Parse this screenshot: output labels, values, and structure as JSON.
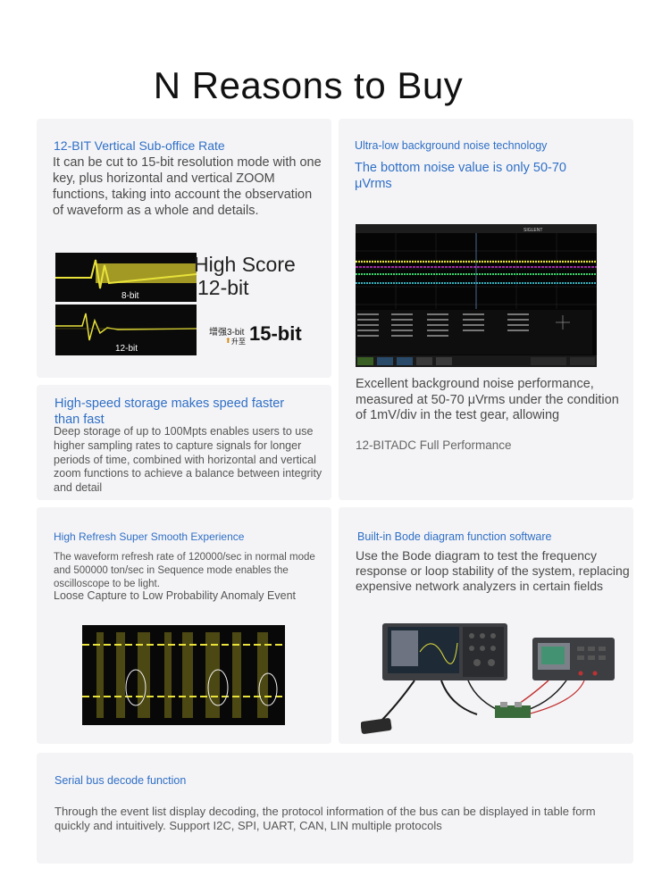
{
  "page_title": "N Reasons to Buy",
  "card1": {
    "heading": "12-BIT Vertical Sub-office Rate",
    "body": "It can be cut to 15-bit resolution mode with one key, plus horizontal and vertical ZOOM functions, taking into account the observation of waveform as a whole and details.",
    "label_8bit": "8-bit",
    "label_12bit": "12-bit",
    "high_score_line1": "High Score",
    "high_score_line2": "12-bit",
    "enhance_label": "增强3-bit",
    "upgrade_label": "升至",
    "bit15": "15-bit"
  },
  "card2": {
    "heading": "Ultra-low background noise technology",
    "subheading": "The bottom noise value is only 50-70 μVrms",
    "body1": "Excellent background noise performance, measured at 50-70 μVrms under the condition of 1mV/div in the test gear, allowing",
    "body2": "12-BITADC Full Performance",
    "scope_brand": "SIGLENT"
  },
  "card3": {
    "heading": "High-speed storage makes speed faster than fast",
    "body": "Deep storage of up to 100Mpts enables users to use higher sampling rates to capture signals for longer periods of time, combined with horizontal and vertical zoom functions to achieve a balance between integrity and detail"
  },
  "card4": {
    "heading": "High Refresh Super Smooth Experience",
    "body": "The waveform refresh rate of 120000/sec in normal mode and 500000 ton/sec in Sequence mode enables the oscilloscope to be light.",
    "body2": "Loose Capture to Low Probability Anomaly Event"
  },
  "card5": {
    "heading": "Built-in Bode diagram function software",
    "body": "Use the Bode diagram to test the frequency response or loop stability of the system, replacing expensive network analyzers in certain fields"
  },
  "card6": {
    "heading": "Serial bus decode function",
    "body": "Through the event list display decoding, the protocol information of the bus can be displayed in table form quickly and intuitively. Support I2C, SPI, UART, CAN, LIN multiple protocols"
  },
  "colors": {
    "heading_blue": "#2f6fc7",
    "card_bg": "#f4f4f6",
    "trace_yellow": "#e8e23a",
    "trace_green": "#3ad16a",
    "trace_cyan": "#3ec7d8",
    "trace_magenta": "#d23ad8"
  }
}
